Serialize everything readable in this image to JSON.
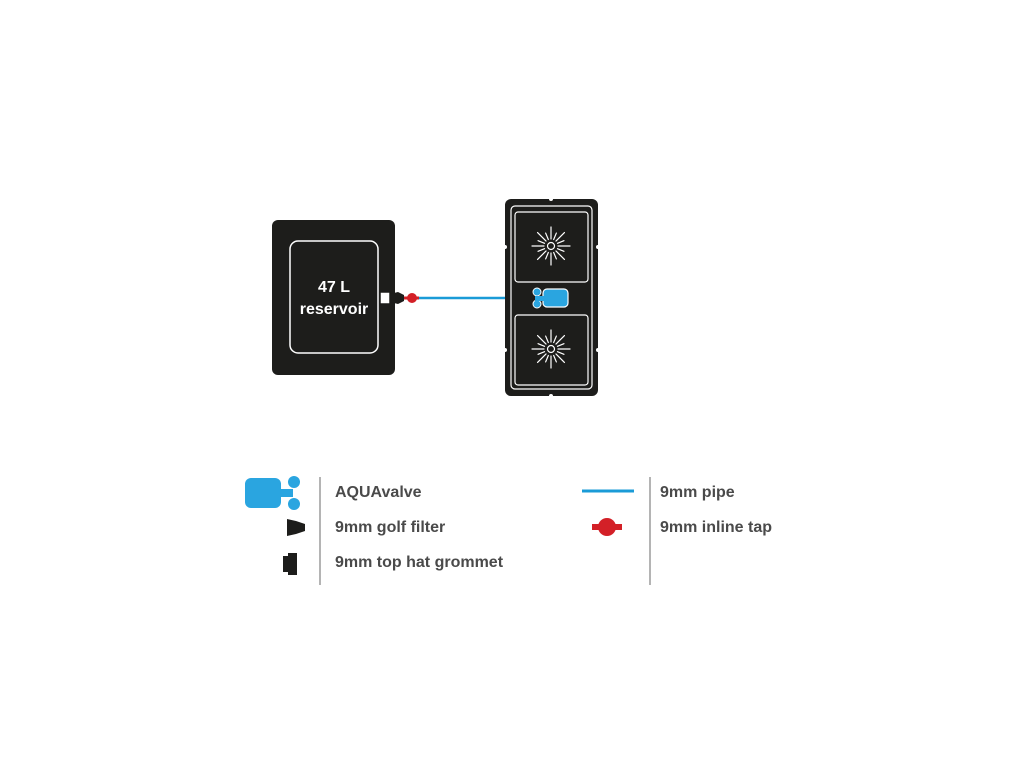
{
  "reservoir": {
    "line1": "47 L",
    "line2": "reservoir"
  },
  "legend": {
    "left": [
      {
        "icon": "aquavalve-icon",
        "label": "AQUAvalve"
      },
      {
        "icon": "golf-filter-icon",
        "label": "9mm golf filter"
      },
      {
        "icon": "top-hat-grommet-icon",
        "label": "9mm top hat grommet"
      }
    ],
    "right": [
      {
        "icon": "pipe-icon",
        "label": "9mm pipe"
      },
      {
        "icon": "inline-tap-icon",
        "label": "9mm inline tap"
      }
    ]
  },
  "colors": {
    "pipe": "#1a9bd7",
    "valve": "#2aa5e0",
    "tap": "#d32027",
    "dark": "#1d1d1b",
    "text": "#4a4a4a"
  }
}
